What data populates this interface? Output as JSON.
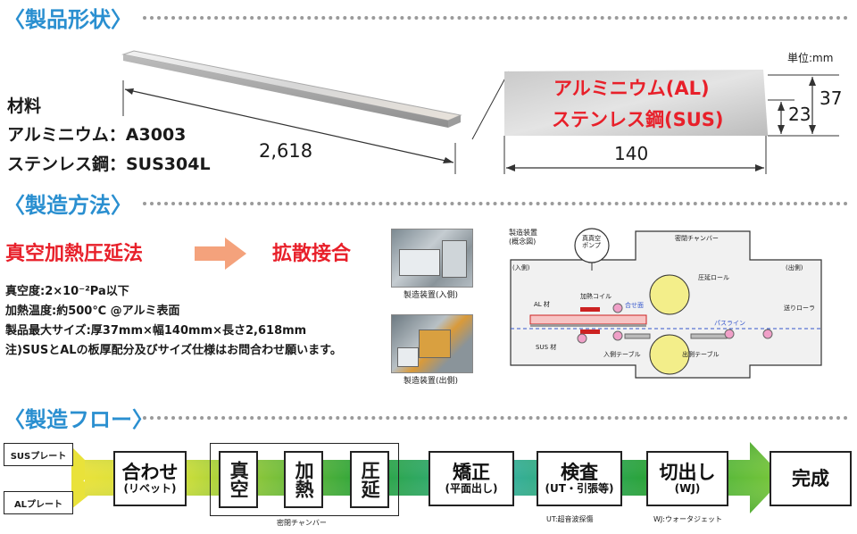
{
  "sections": {
    "shape": "〈製品形状〉",
    "method": "〈製造方法〉",
    "flow": "〈製造フロー〉"
  },
  "shape": {
    "unit": "単位:mm",
    "material_title": "材料",
    "material_al": "アルミニウム：A3003",
    "material_sus": "ステンレス鋼：SUS304L",
    "length": "2,618",
    "cross_al": "アルミニウム(AL)",
    "cross_sus": "ステンレス鋼(SUS)",
    "width": "140",
    "height_total": "37",
    "height_al": "23"
  },
  "method": {
    "process_left": "真空加熱圧延法",
    "process_right": "拡散接合",
    "specs": [
      "真空度:2×10⁻²Pa以下",
      "加熱温度:約500℃ @アルミ表面",
      "製品最大サイズ:厚37mm×幅140mm×長さ2,618mm",
      "注)SUSとALの板厚配分及びサイズ仕様はお問合わせ願います。"
    ],
    "photo_caption_in": "製造装置(入側)",
    "photo_caption_out": "製造装置(出側)",
    "diagram": {
      "title_l1": "製造装置",
      "title_l2": "(概念図)",
      "pump_l1": "真真空",
      "pump_l2": "ポンプ",
      "chamber": "密閉チャンバー",
      "inlet": "(入側)",
      "outlet": "(出側)",
      "al_material": "AL 材",
      "heating_coil": "加熱コイル",
      "joint_face": "合せ面",
      "pressure_roll": "圧延ロール",
      "feed_roller": "送りローラ",
      "pass_line": "パスライン",
      "sus_material": "SUS 材",
      "in_table": "入側テーブル",
      "out_table": "出側テーブル"
    }
  },
  "flow": {
    "input_sus": "SUSプレート",
    "input_al": "ALプレート",
    "steps": {
      "combine_main": "合わせ",
      "combine_sub": "(リベット)",
      "vacuum": "真空",
      "heating": "加熱",
      "rolling": "圧延",
      "straighten_main": "矯正",
      "straighten_sub": "(平面出し)",
      "inspect_main": "検査",
      "inspect_sub": "(UT・引張等)",
      "cut_main": "切出し",
      "cut_sub": "(WJ)",
      "complete": "完成"
    },
    "notes": {
      "chamber": "密閉チャンバー",
      "ut": "UT:超音波探傷",
      "wj": "WJ:ウォータジェット"
    }
  },
  "colors": {
    "section_title": "#2a8fd0",
    "red_text": "#e8202a",
    "arrow_orange": "#f4a27c",
    "flow_green": "#2aa33a",
    "flow_yellow": "#e9e23a"
  }
}
